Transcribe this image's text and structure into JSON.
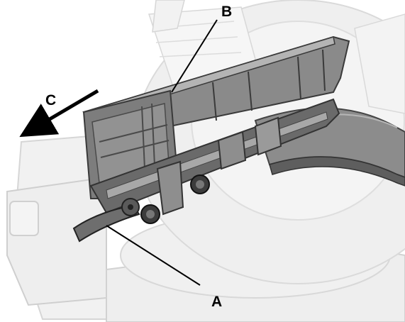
{
  "figure": {
    "labels": {
      "a": "A",
      "b": "B",
      "c": "C"
    },
    "colors": {
      "background": "#ffffff",
      "ghost_base": "#ececec",
      "ghost_edge": "#d4d4d4",
      "fence_dark": "#585858",
      "fence_mid": "#7c7c7c",
      "fence_light": "#a2a2a2",
      "ink": "#000000"
    },
    "icons": [
      "arrow-left-icon"
    ]
  }
}
